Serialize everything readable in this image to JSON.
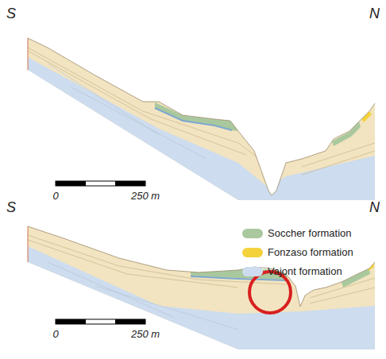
{
  "diagram": {
    "labels": [
      "S",
      "N",
      "0",
      "250 m",
      "S",
      "N",
      "0",
      "250 m"
    ],
    "legend": [
      {
        "text": "Soccher formation",
        "color": "#a9c89e"
      },
      {
        "text": "Fonzaso formation",
        "color": "#f4d23c"
      },
      {
        "text": "Vajont formation",
        "color": "#cddcee"
      }
    ]
  }
}
